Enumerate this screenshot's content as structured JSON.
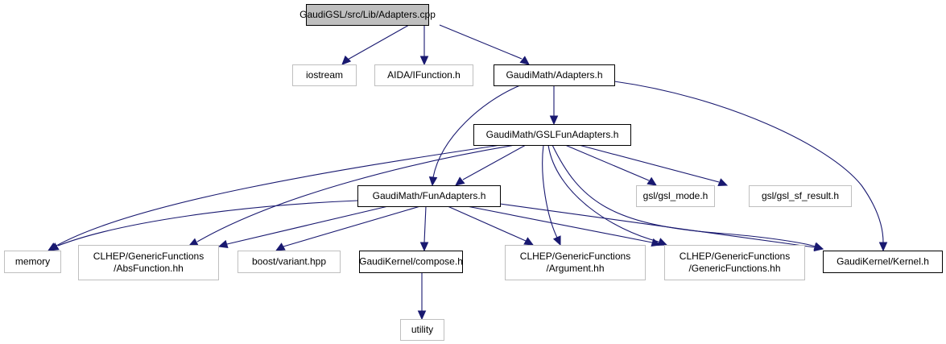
{
  "graph": {
    "title": "GaudiGSL/src/Lib/Adapters.cpp",
    "colors": {
      "edge": "#191970",
      "root_fill": "#bfbfbf",
      "root_stroke": "#000000",
      "documented_stroke": "#000000",
      "external_stroke": "#bfbfbf",
      "node_fill": "#ffffff"
    },
    "nodes": [
      {
        "id": "adapters_cpp",
        "lines": [
          "GaudiGSL/src/Lib/Adapters.cpp"
        ],
        "kind": "root"
      },
      {
        "id": "iostream",
        "lines": [
          "iostream"
        ],
        "kind": "external"
      },
      {
        "id": "aida_ifunction",
        "lines": [
          "AIDA/IFunction.h"
        ],
        "kind": "external"
      },
      {
        "id": "gaudimath_adapters_h",
        "lines": [
          "GaudiMath/Adapters.h"
        ],
        "kind": "documented"
      },
      {
        "id": "gaudimath_gslfunadapters_h",
        "lines": [
          "GaudiMath/GSLFunAdapters.h"
        ],
        "kind": "documented"
      },
      {
        "id": "gaudimath_funadapters_h",
        "lines": [
          "GaudiMath/FunAdapters.h"
        ],
        "kind": "documented"
      },
      {
        "id": "gsl_mode",
        "lines": [
          "gsl/gsl_mode.h"
        ],
        "kind": "external"
      },
      {
        "id": "gsl_sf_result",
        "lines": [
          "gsl/gsl_sf_result.h"
        ],
        "kind": "external"
      },
      {
        "id": "memory",
        "lines": [
          "memory"
        ],
        "kind": "external"
      },
      {
        "id": "clhep_absfunction",
        "lines": [
          "CLHEP/GenericFunctions",
          "/AbsFunction.hh"
        ],
        "kind": "external"
      },
      {
        "id": "boost_variant",
        "lines": [
          "boost/variant.hpp"
        ],
        "kind": "external"
      },
      {
        "id": "gaudikernel_compose",
        "lines": [
          "GaudiKernel/compose.h"
        ],
        "kind": "documented"
      },
      {
        "id": "clhep_argument",
        "lines": [
          "CLHEP/GenericFunctions",
          "/Argument.hh"
        ],
        "kind": "external"
      },
      {
        "id": "clhep_genericfunctions",
        "lines": [
          "CLHEP/GenericFunctions",
          "/GenericFunctions.hh"
        ],
        "kind": "external"
      },
      {
        "id": "gaudikernel_kernel",
        "lines": [
          "GaudiKernel/Kernel.h"
        ],
        "kind": "documented"
      },
      {
        "id": "utility",
        "lines": [
          "utility"
        ],
        "kind": "external"
      }
    ],
    "edges": [
      {
        "from": "adapters_cpp",
        "to": "iostream"
      },
      {
        "from": "adapters_cpp",
        "to": "aida_ifunction"
      },
      {
        "from": "adapters_cpp",
        "to": "gaudimath_adapters_h"
      },
      {
        "from": "gaudimath_adapters_h",
        "to": "gaudimath_gslfunadapters_h"
      },
      {
        "from": "gaudimath_adapters_h",
        "to": "gaudimath_funadapters_h"
      },
      {
        "from": "gaudimath_adapters_h",
        "to": "gaudikernel_kernel"
      },
      {
        "from": "gaudimath_gslfunadapters_h",
        "to": "gaudimath_funadapters_h"
      },
      {
        "from": "gaudimath_gslfunadapters_h",
        "to": "gsl_mode"
      },
      {
        "from": "gaudimath_gslfunadapters_h",
        "to": "gsl_sf_result"
      },
      {
        "from": "gaudimath_gslfunadapters_h",
        "to": "memory"
      },
      {
        "from": "gaudimath_gslfunadapters_h",
        "to": "clhep_absfunction"
      },
      {
        "from": "gaudimath_gslfunadapters_h",
        "to": "clhep_argument"
      },
      {
        "from": "gaudimath_gslfunadapters_h",
        "to": "clhep_genericfunctions"
      },
      {
        "from": "gaudimath_gslfunadapters_h",
        "to": "gaudikernel_kernel"
      },
      {
        "from": "gaudimath_funadapters_h",
        "to": "memory"
      },
      {
        "from": "gaudimath_funadapters_h",
        "to": "clhep_absfunction"
      },
      {
        "from": "gaudimath_funadapters_h",
        "to": "boost_variant"
      },
      {
        "from": "gaudimath_funadapters_h",
        "to": "gaudikernel_compose"
      },
      {
        "from": "gaudimath_funadapters_h",
        "to": "clhep_argument"
      },
      {
        "from": "gaudimath_funadapters_h",
        "to": "clhep_genericfunctions"
      },
      {
        "from": "gaudimath_funadapters_h",
        "to": "gaudikernel_kernel"
      },
      {
        "from": "gaudikernel_compose",
        "to": "utility"
      }
    ]
  }
}
